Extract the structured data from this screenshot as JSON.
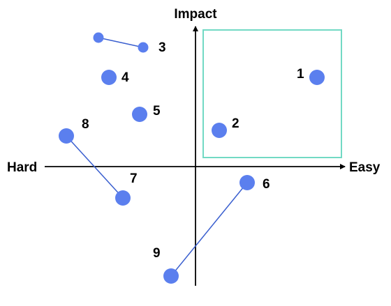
{
  "axes": {
    "y_label": "Impact",
    "x_left_label": "Hard",
    "x_right_label": "Easy"
  },
  "colors": {
    "point": "#5b7fee",
    "line": "#3a5fcf",
    "quadrant_box": "#72d9c4",
    "axis": "#000000"
  },
  "points": [
    {
      "label": "1"
    },
    {
      "label": "2"
    },
    {
      "label": "3"
    },
    {
      "label": "4"
    },
    {
      "label": "5"
    },
    {
      "label": "6"
    },
    {
      "label": "7"
    },
    {
      "label": "8"
    },
    {
      "label": "9"
    }
  ]
}
